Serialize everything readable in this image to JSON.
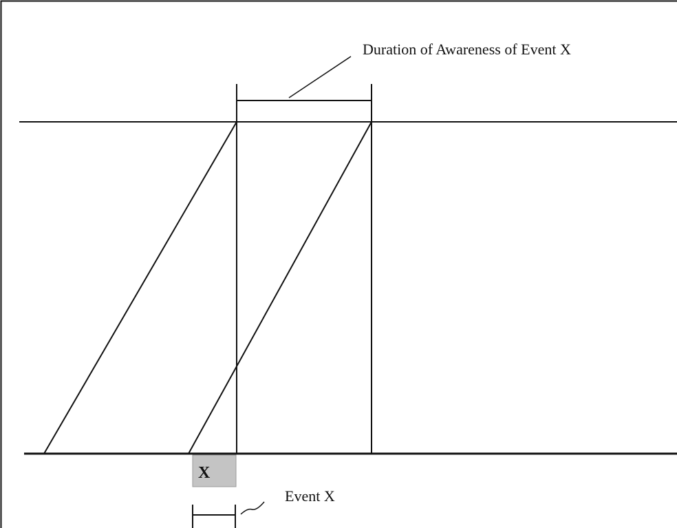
{
  "labels": {
    "awareness": "Duration of Awareness of Event X",
    "event": "Event X",
    "event_marker": "X"
  },
  "colors": {
    "line": "#111111",
    "event_box_fill": "#c4c4c4",
    "event_box_stroke": "#9a9a9a",
    "frame": "#111111"
  }
}
